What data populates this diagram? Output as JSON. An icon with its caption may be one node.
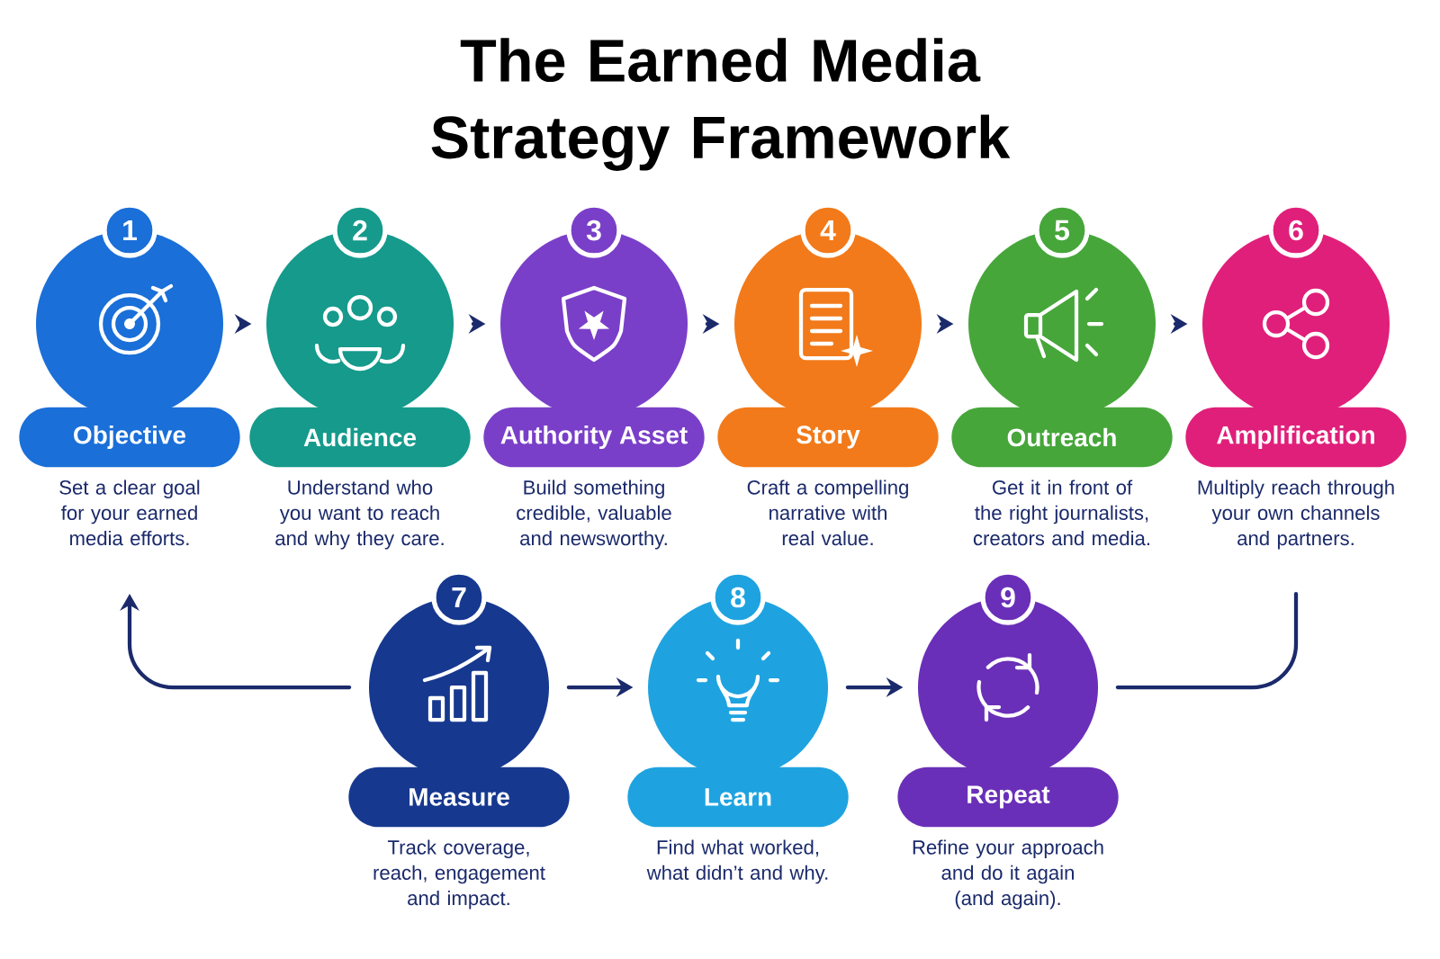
{
  "diagram": {
    "title": "The Earned Media Strategy Framework",
    "nodes": [
      {
        "text": [
          "1",
          "Objective"
        ],
        "beside": [
          "Set a clear goal for your earned media efforts."
        ]
      },
      {
        "text": [
          "2",
          "Audience"
        ],
        "beside": [
          "Understand who you want to reach and why they care."
        ]
      },
      {
        "text": [
          "3",
          "Authority Asset"
        ],
        "beside": [
          "Build something credible, valuable and newsworthy."
        ]
      },
      {
        "text": [
          "4",
          "Story"
        ],
        "beside": [
          "Craft a compelling narrative with real value."
        ]
      },
      {
        "text": [
          "5",
          "Outreach"
        ],
        "beside": [
          "Get it in front of the right journalists, creators and media."
        ]
      },
      {
        "text": [
          "6",
          "Amplification"
        ],
        "beside": [
          "Multiply reach through your own channels and partners."
        ]
      },
      {
        "text": [
          "7",
          "Measure"
        ],
        "beside": [
          "Track coverage, reach, engagement and impact."
        ]
      },
      {
        "text": [
          "8",
          "Learn"
        ],
        "beside": [
          "Find what worked, what didn’t and why."
        ]
      },
      {
        "text": [
          "9",
          "Repeat"
        ],
        "beside": [
          "Refine your approach and do it again (and again)."
        ]
      }
    ],
    "edges": [
      {
        "from": 0,
        "to": 1,
        "arrow": "to"
      },
      {
        "from": 1,
        "to": 2,
        "arrow": "to"
      },
      {
        "from": 2,
        "to": 3,
        "arrow": "to"
      },
      {
        "from": 3,
        "to": 4,
        "arrow": "to"
      },
      {
        "from": 4,
        "to": 5,
        "arrow": "to"
      },
      {
        "from": 5,
        "to": 8,
        "arrow": "none"
      },
      {
        "from": 6,
        "to": 7,
        "arrow": "to"
      },
      {
        "from": 7,
        "to": 8,
        "arrow": "to"
      },
      {
        "from": 6,
        "to": 0,
        "arrow": "to"
      }
    ]
  }
}
